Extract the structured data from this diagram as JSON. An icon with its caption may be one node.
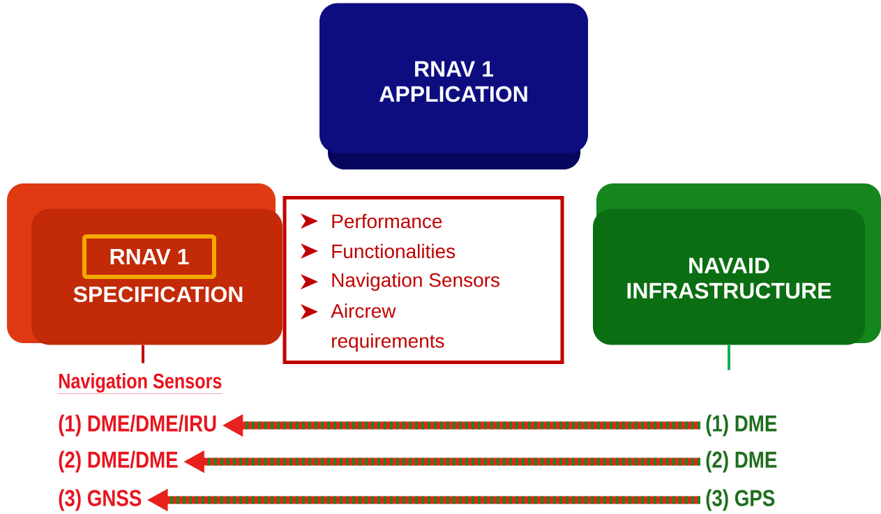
{
  "diagram": {
    "nodes": [
      {
        "text": [
          "RNAV 1 APPLICATION"
        ]
      },
      {
        "text": [
          "SPECIFICATION"
        ]
      },
      {
        "text": [
          "RNAV 1"
        ],
        "in": 1
      },
      {
        "text": [
          "Performance",
          "Functionalities",
          "Navigation Sensors",
          "Aircrew requirements"
        ]
      },
      {
        "text": [
          "NAVAID INFRASTRUCTURE"
        ]
      },
      {
        "text": [
          "(1) DME/DME/IRU"
        ]
      },
      {
        "text": [
          "(2) DME/DME"
        ]
      },
      {
        "text": [
          "(3) GNSS"
        ]
      },
      {
        "text": [
          "(1) DME"
        ]
      },
      {
        "text": [
          "(2) DME"
        ]
      },
      {
        "text": [
          "(3) GPS"
        ]
      }
    ],
    "edges": [
      {
        "from": 8,
        "to": 5,
        "arrow": "to"
      },
      {
        "from": 9,
        "to": 6,
        "arrow": "to"
      },
      {
        "from": 10,
        "to": 7,
        "arrow": "to"
      },
      {
        "from": 1,
        "to": null,
        "arrow": "none",
        "color": "#c00000"
      },
      {
        "from": 4,
        "to": null,
        "arrow": "none",
        "color": "#10b050"
      }
    ],
    "labels": [
      "Navigation Sensors"
    ]
  }
}
